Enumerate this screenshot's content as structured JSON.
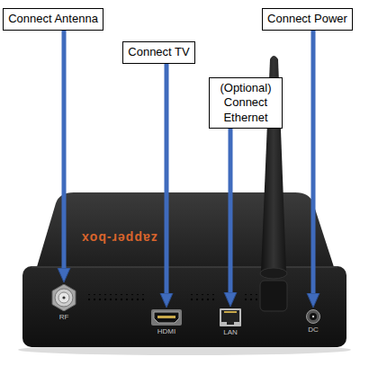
{
  "diagram": {
    "nodes": [
      {
        "text": [
          "Connect Antenna"
        ]
      },
      {
        "text": [
          "Connect TV"
        ]
      },
      {
        "text": [
          "(Optional) Connect Ethernet"
        ]
      },
      {
        "text": [
          "Connect Power"
        ]
      },
      {
        "text": [
          "RF"
        ]
      },
      {
        "text": [
          "HDMI"
        ]
      },
      {
        "text": [
          "LAN"
        ]
      },
      {
        "text": [
          "DC"
        ]
      }
    ],
    "edges": [
      {
        "from": 0,
        "to": 4,
        "arrow": "to"
      },
      {
        "from": 1,
        "to": 5,
        "arrow": "to"
      },
      {
        "from": 2,
        "to": 6,
        "arrow": "to"
      },
      {
        "from": 3,
        "to": 7,
        "arrow": "to"
      }
    ],
    "labels": [
      "zapper-box"
    ]
  }
}
